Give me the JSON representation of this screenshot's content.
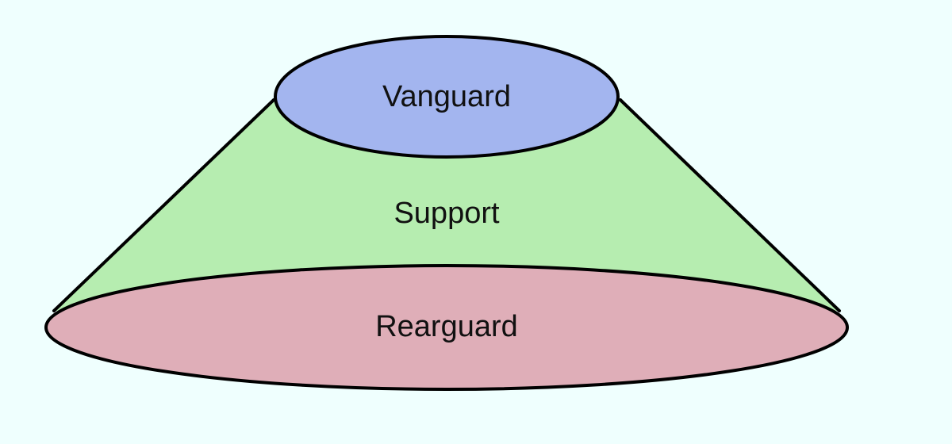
{
  "colors": {
    "background": "#effffe",
    "vanguard_fill": "#a3b5ef",
    "support_fill": "#b6edb0",
    "rearguard_fill": "#dfaeb8",
    "outline": "#000000"
  },
  "layers": {
    "top": {
      "label": "Vanguard"
    },
    "middle": {
      "label": "Support"
    },
    "bottom": {
      "label": "Rearguard"
    }
  }
}
